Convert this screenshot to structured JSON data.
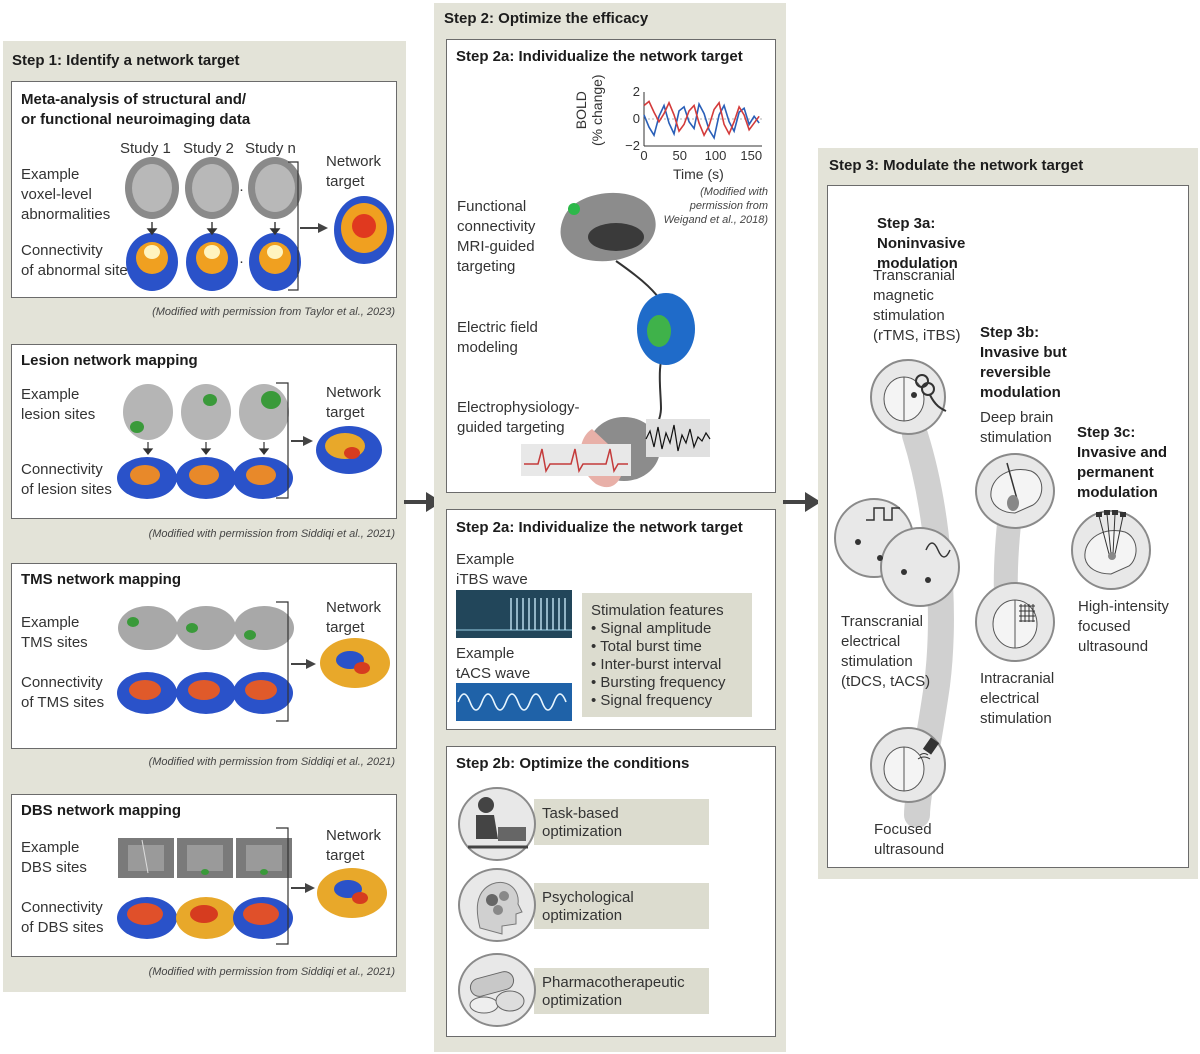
{
  "step1": {
    "title": "Step 1: Identify a network target",
    "meta": {
      "title": "Meta-analysis of structural and/\nor functional neuroimaging data",
      "study1": "Study 1",
      "study2": "Study 2",
      "studyn": "Study n",
      "ellipsis": "···",
      "row1": "Example\nvoxel-level\nabnormalities",
      "row2": "Connectivity\nof abnormal sites",
      "target": "Network\ntarget",
      "caption": "(Modified with permission from Taylor et al., 2023)"
    },
    "lesion": {
      "title": "Lesion network mapping",
      "row1": "Example\nlesion sites",
      "row2": "Connectivity\nof lesion sites",
      "target": "Network\ntarget",
      "caption": "(Modified with permission from Siddiqi et al., 2021)"
    },
    "tms": {
      "title": "TMS network mapping",
      "row1": "Example\nTMS sites",
      "row2": "Connectivity\nof TMS sites",
      "target": "Network\ntarget",
      "caption": "(Modified with permission from Siddiqi et al., 2021)"
    },
    "dbs": {
      "title": "DBS network mapping",
      "row1": "Example\nDBS sites",
      "row2": "Connectivity\nof DBS sites",
      "target": "Network\ntarget",
      "caption": "(Modified with permission from Siddiqi et al., 2021)"
    }
  },
  "step2": {
    "title": "Step 2: Optimize the efficacy",
    "a1": {
      "title": "Step 2a: Individualize the network target",
      "fc": "Functional\nconnectivity\nMRI-guided\ntargeting",
      "efield": "Electric field\nmodeling",
      "ephys": "Electrophysiology-\nguided targeting",
      "caption": "(Modified with\npermission from\nWeigand et al., 2018)"
    },
    "a2": {
      "title": "Step 2a: Individualize the network target",
      "itbs": "Example\niTBS wave",
      "tacs": "Example\ntACS wave",
      "features_title": "Stimulation features",
      "features": [
        "• Signal amplitude",
        "• Total burst time",
        "• Inter-burst interval",
        "• Bursting frequency",
        "• Signal frequency"
      ]
    },
    "b": {
      "title": "Step 2b: Optimize the conditions",
      "task": "Task-based\noptimization",
      "psych": "Psychological\noptimization",
      "pharm": "Pharmacotherapeutic\noptimization"
    }
  },
  "step3": {
    "title": "Step 3: Modulate the network target",
    "a": "Step 3a:\nNoninvasive\nmodulation",
    "b": "Step 3b:\nInvasive but\nreversible\nmodulation",
    "c": "Step 3c:\nInvasive and\npermanent\nmodulation",
    "tms": "Transcranial\nmagnetic\nstimulation\n(rTMS, iTBS)",
    "tes": "Transcranial\nelectrical\nstimulation\n(tDCS, tACS)",
    "fus": "Focused\nultrasound",
    "dbs": "Deep brain\nstimulation",
    "ies": "Intracranial\nelectrical\nstimulation",
    "hifu": "High-intensity\nfocused\nultrasound"
  },
  "chart_data": {
    "type": "line",
    "xlabel": "Time (s)",
    "ylabel": "BOLD\n(% change)",
    "xlim": [
      0,
      165
    ],
    "ylim": [
      -2,
      2
    ],
    "xticks": [
      "0",
      "50",
      "100",
      "150"
    ],
    "yticks": [
      "2",
      "0",
      "−2"
    ],
    "x": [
      0,
      7,
      14,
      21,
      28,
      35,
      42,
      49,
      56,
      63,
      70,
      77,
      84,
      91,
      98,
      105,
      112,
      119,
      126,
      133,
      140,
      147,
      154,
      161
    ],
    "series": [
      {
        "color": "#2a5fb8",
        "values": [
          0.3,
          -0.6,
          -1.2,
          0.2,
          1.0,
          -0.3,
          -1.1,
          0.6,
          0.9,
          -0.2,
          -0.7,
          1.1,
          0.4,
          -0.8,
          -1.4,
          0.3,
          1.0,
          -0.2,
          -0.9,
          0.5,
          0.8,
          -0.4,
          0.2,
          -0.3
        ]
      },
      {
        "color": "#d43b3b",
        "values": [
          1.0,
          1.3,
          0.5,
          -0.2,
          0.4,
          1.2,
          0.3,
          -0.9,
          -0.4,
          0.6,
          1.0,
          -0.3,
          -1.2,
          -0.5,
          0.7,
          1.2,
          -0.4,
          -1.1,
          -0.2,
          0.9,
          0.3,
          -0.8,
          -0.3,
          0.2
        ]
      }
    ],
    "colors": {
      "blue": "#2a5fb8",
      "red": "#d43b3b"
    }
  }
}
